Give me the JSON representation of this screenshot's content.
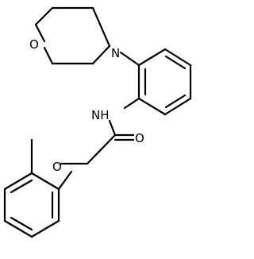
{
  "molecule": {
    "atoms": [
      {
        "symbol": "O"
      },
      {
        "symbol": "N"
      },
      {
        "symbol": "NH"
      },
      {
        "symbol": "O"
      },
      {
        "symbol": "O"
      }
    ]
  }
}
